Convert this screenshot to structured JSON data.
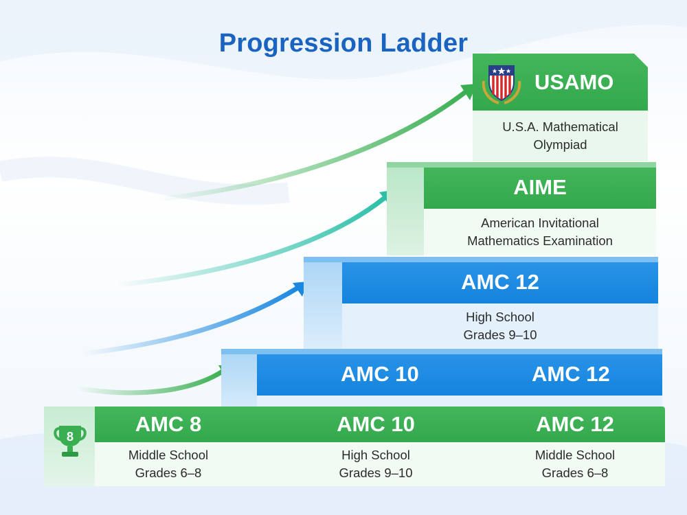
{
  "title": "Progression Ladder",
  "levels": {
    "usamo": {
      "name": "USAMO",
      "desc_line1": "U.S.A. Mathematical",
      "desc_line2": "Olympiad"
    },
    "aime": {
      "name": "AIME",
      "desc_line1": "American Invitational",
      "desc_line2": "Mathematics Examination"
    },
    "amc12_top": {
      "name": "AMC 12",
      "desc_line1": "High School",
      "desc_line2": "Grades 9–10"
    },
    "row2": {
      "col1": "AMC 10",
      "col2": "AMC 12"
    },
    "base": [
      {
        "name": "AMC 8",
        "desc_line1": "Middle School",
        "desc_line2": "Grades 6–8"
      },
      {
        "name": "AMC 10",
        "desc_line1": "High School",
        "desc_line2": "Grades 9–10"
      },
      {
        "name": "AMC 12",
        "desc_line1": "Middle School",
        "desc_line2": "Grades 6–8"
      }
    ],
    "trophy_number": "8"
  },
  "colors": {
    "green": "#3aaf52",
    "blue": "#1a88e0",
    "title": "#1a63c0"
  },
  "icons": [
    "trophy-icon",
    "shield-icon",
    "arrow-icon"
  ]
}
